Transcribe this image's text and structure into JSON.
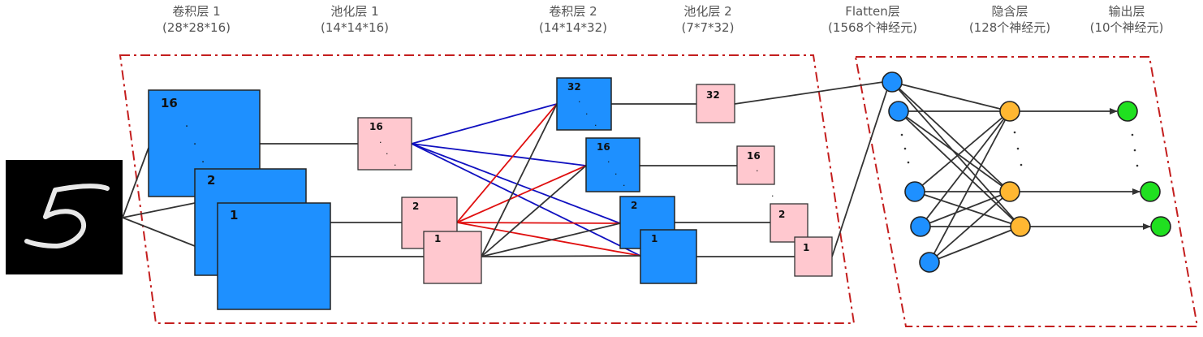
{
  "layers": [
    {
      "title": "卷积层 1",
      "dims": "(28*28*16)"
    },
    {
      "title": "池化层 1",
      "dims": "(14*14*16)"
    },
    {
      "title": "卷积层 2",
      "dims": "(14*14*32)"
    },
    {
      "title": "池化层 2",
      "dims": "(7*7*32)"
    },
    {
      "title": "Flatten层",
      "dims": "(1568个神经元)"
    },
    {
      "title": "隐含层",
      "dims": "(128个神经元)"
    },
    {
      "title": "输出层",
      "dims": "(10个神经元)"
    }
  ],
  "maps": {
    "conv1": [
      "16",
      "2",
      "1"
    ],
    "pool1": [
      "16",
      "2",
      "1"
    ],
    "conv2": [
      "32",
      "16",
      "2",
      "1"
    ],
    "pool2": [
      "32",
      "16",
      "2",
      "1"
    ]
  },
  "colors": {
    "conv": "#1e90ff",
    "pool": "#ffc8cf",
    "flatten_node": "#1e90ff",
    "hidden_node": "#ffb732",
    "output_node": "#20e020",
    "frame": "#c41e1e",
    "edge_red": "#e01010",
    "edge_blue": "#1010c0",
    "edge_dark": "#333333"
  },
  "input_image": {
    "label": "handwritten-digit-5"
  }
}
